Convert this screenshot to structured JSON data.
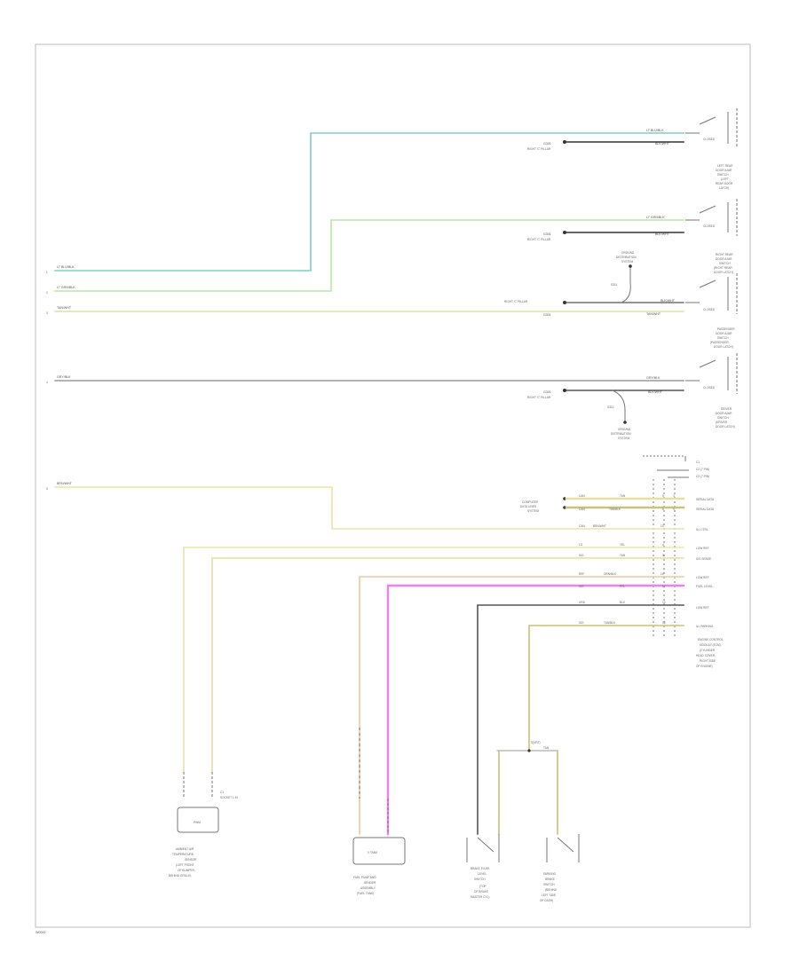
{
  "diagram": {
    "footer_code": "W0000",
    "colors": {
      "lt_blue": "#7ecfc0",
      "lt_green": "#b6e7a6",
      "tan": "#e5dfa4",
      "grey": "#9a9a9a",
      "dk_grey": "#555555",
      "yellow_tan": "#efe1a8",
      "orange": "#f3c49f",
      "pink": "#f07ff0",
      "black": "#333333"
    },
    "left_pins": [
      "1",
      "2",
      "3",
      "4",
      "5"
    ],
    "left_wire_labels": [
      "LT BLU/BLK",
      "LT GRN/BLK",
      "TAN/WHT",
      "GRY/BLK",
      "BRN/WHT"
    ],
    "switch_1": {
      "wire_a": "LT BLU/BLK",
      "wire_b": "BLK/WHT",
      "ground": "G301",
      "ground_note": "RIGHT 'C' PILLAR",
      "status": "CLOSED",
      "name": [
        "LEFT REAR",
        "DOOR AJAR",
        "SWITCH",
        "(LEFT",
        "REAR DOOR",
        "LATCH)"
      ]
    },
    "switch_2": {
      "wire_a": "LT GRN/BLK",
      "wire_b": "BLK/WHT",
      "ground": "G301",
      "ground_note": "RIGHT 'C' PILLAR",
      "status": "CLOSED",
      "name": [
        "RIGHT REAR",
        "DOOR AJAR",
        "SWITCH",
        "(RIGHT REAR",
        "DOOR LATCH)"
      ]
    },
    "switch_3": {
      "wire_a": "TAN/WHT",
      "wire_b": "BLK/WHT",
      "ground": "G301",
      "ground_note": "RIGHT 'C' PILLAR",
      "splice": "S311",
      "ref": [
        "GROUND",
        "DISTRIBUTION",
        "SYSTEM"
      ],
      "status": "CLOSED",
      "name": [
        "PASSENGER",
        "DOOR AJAR",
        "SWITCH",
        "(PASSENGER",
        "DOOR LATCH)"
      ]
    },
    "switch_4": {
      "wire_a": "GRY/BLK",
      "wire_b": "BLK/WHT",
      "ground": "G301",
      "ground_note": "RIGHT 'C' PILLAR",
      "splice": "S311",
      "ref": [
        "GROUND",
        "DISTRIBUTION",
        "SYSTEM"
      ],
      "status": "CLOSED",
      "name": [
        "DRIVER",
        "DOOR AJAR",
        "SWITCH",
        "(DRIVER",
        "DOOR LATCH)"
      ]
    },
    "module": {
      "header": [
        "C1",
        "C2 (7 PIN)",
        "C3 (7 PIN)"
      ],
      "ref_left": [
        "COMPUTER",
        "DATA LINES",
        "SYSTEM"
      ],
      "rows": [
        {
          "wire_code": "CAN",
          "wire": "TAN",
          "pins": [
            "5",
            "3"
          ],
          "label": "SERIAL DATA"
        },
        {
          "wire_code": "CAN",
          "wire": "TAN/BLK",
          "pins": [
            "6",
            "4"
          ],
          "label": "SERIAL DATA"
        },
        {
          "wire_code": "CAN",
          "wire": "BRN/WHT",
          "pins": [
            "13"
          ],
          "label": "ILL CTRL"
        },
        {
          "wire_code": "LO",
          "wire": "YEL",
          "pins": [
            "4"
          ],
          "label": "LOW REF"
        },
        {
          "wire_code": "SIG",
          "wire": "TAN",
          "pins": [
            "3"
          ],
          "label": "SIG SENSE"
        },
        {
          "wire_code": "REF",
          "wire": "ORN/BLK",
          "pins": [
            "14"
          ],
          "label": "LOW REF"
        },
        {
          "wire_code": "SIG",
          "wire": "PPL",
          "pins": [
            "11"
          ],
          "label": "FUEL LEVEL"
        },
        {
          "wire_code": "GRD",
          "wire": "BLK",
          "pins": [
            "10"
          ],
          "label": "LOW REF"
        },
        {
          "wire_code": "SIG",
          "wire": "TAN/BLK",
          "pins": [
            "12"
          ],
          "label": "ILL PARKING"
        }
      ],
      "name": [
        "ENGINE CONTROL",
        "MODULE (ECM)",
        "(CYLINDER",
        "HEAD COVER,",
        "RIGHT SIDE",
        "OF ENGINE)"
      ]
    },
    "sensor_1": {
      "wires": [
        "YEL",
        "TAN"
      ],
      "pin_label": "C1",
      "pin_note": "SOCKET 1 IN",
      "body": "PWM",
      "name": [
        "AMBIENT AIR",
        "TEMPERATURE",
        "SENSOR",
        "(LEFT FRONT",
        "OF BUMPER,",
        "BEHIND GRILLE)"
      ]
    },
    "sensor_2": {
      "wires": [
        "ORN/BLK",
        "PPL"
      ],
      "body": "V TANK",
      "name": [
        "FUEL PUMP AND",
        "SENDER",
        "ASSEMBLY",
        "(FUEL TANK)"
      ]
    },
    "sensor_3": {
      "wire": "BLK",
      "splice": "S(VRT)",
      "splice_note": "TAN",
      "name": [
        "BRAKE FLUID",
        "LEVEL",
        "SWITCH",
        "(TOP",
        "OF BRAKE",
        "MASTER CYL)"
      ]
    },
    "sensor_4": {
      "wire": "TAN/BLK",
      "name": [
        "PARKING",
        "BRAKE",
        "SWITCH",
        "(BEHIND",
        "LEFT SIDE",
        "OF DASH)"
      ]
    }
  }
}
